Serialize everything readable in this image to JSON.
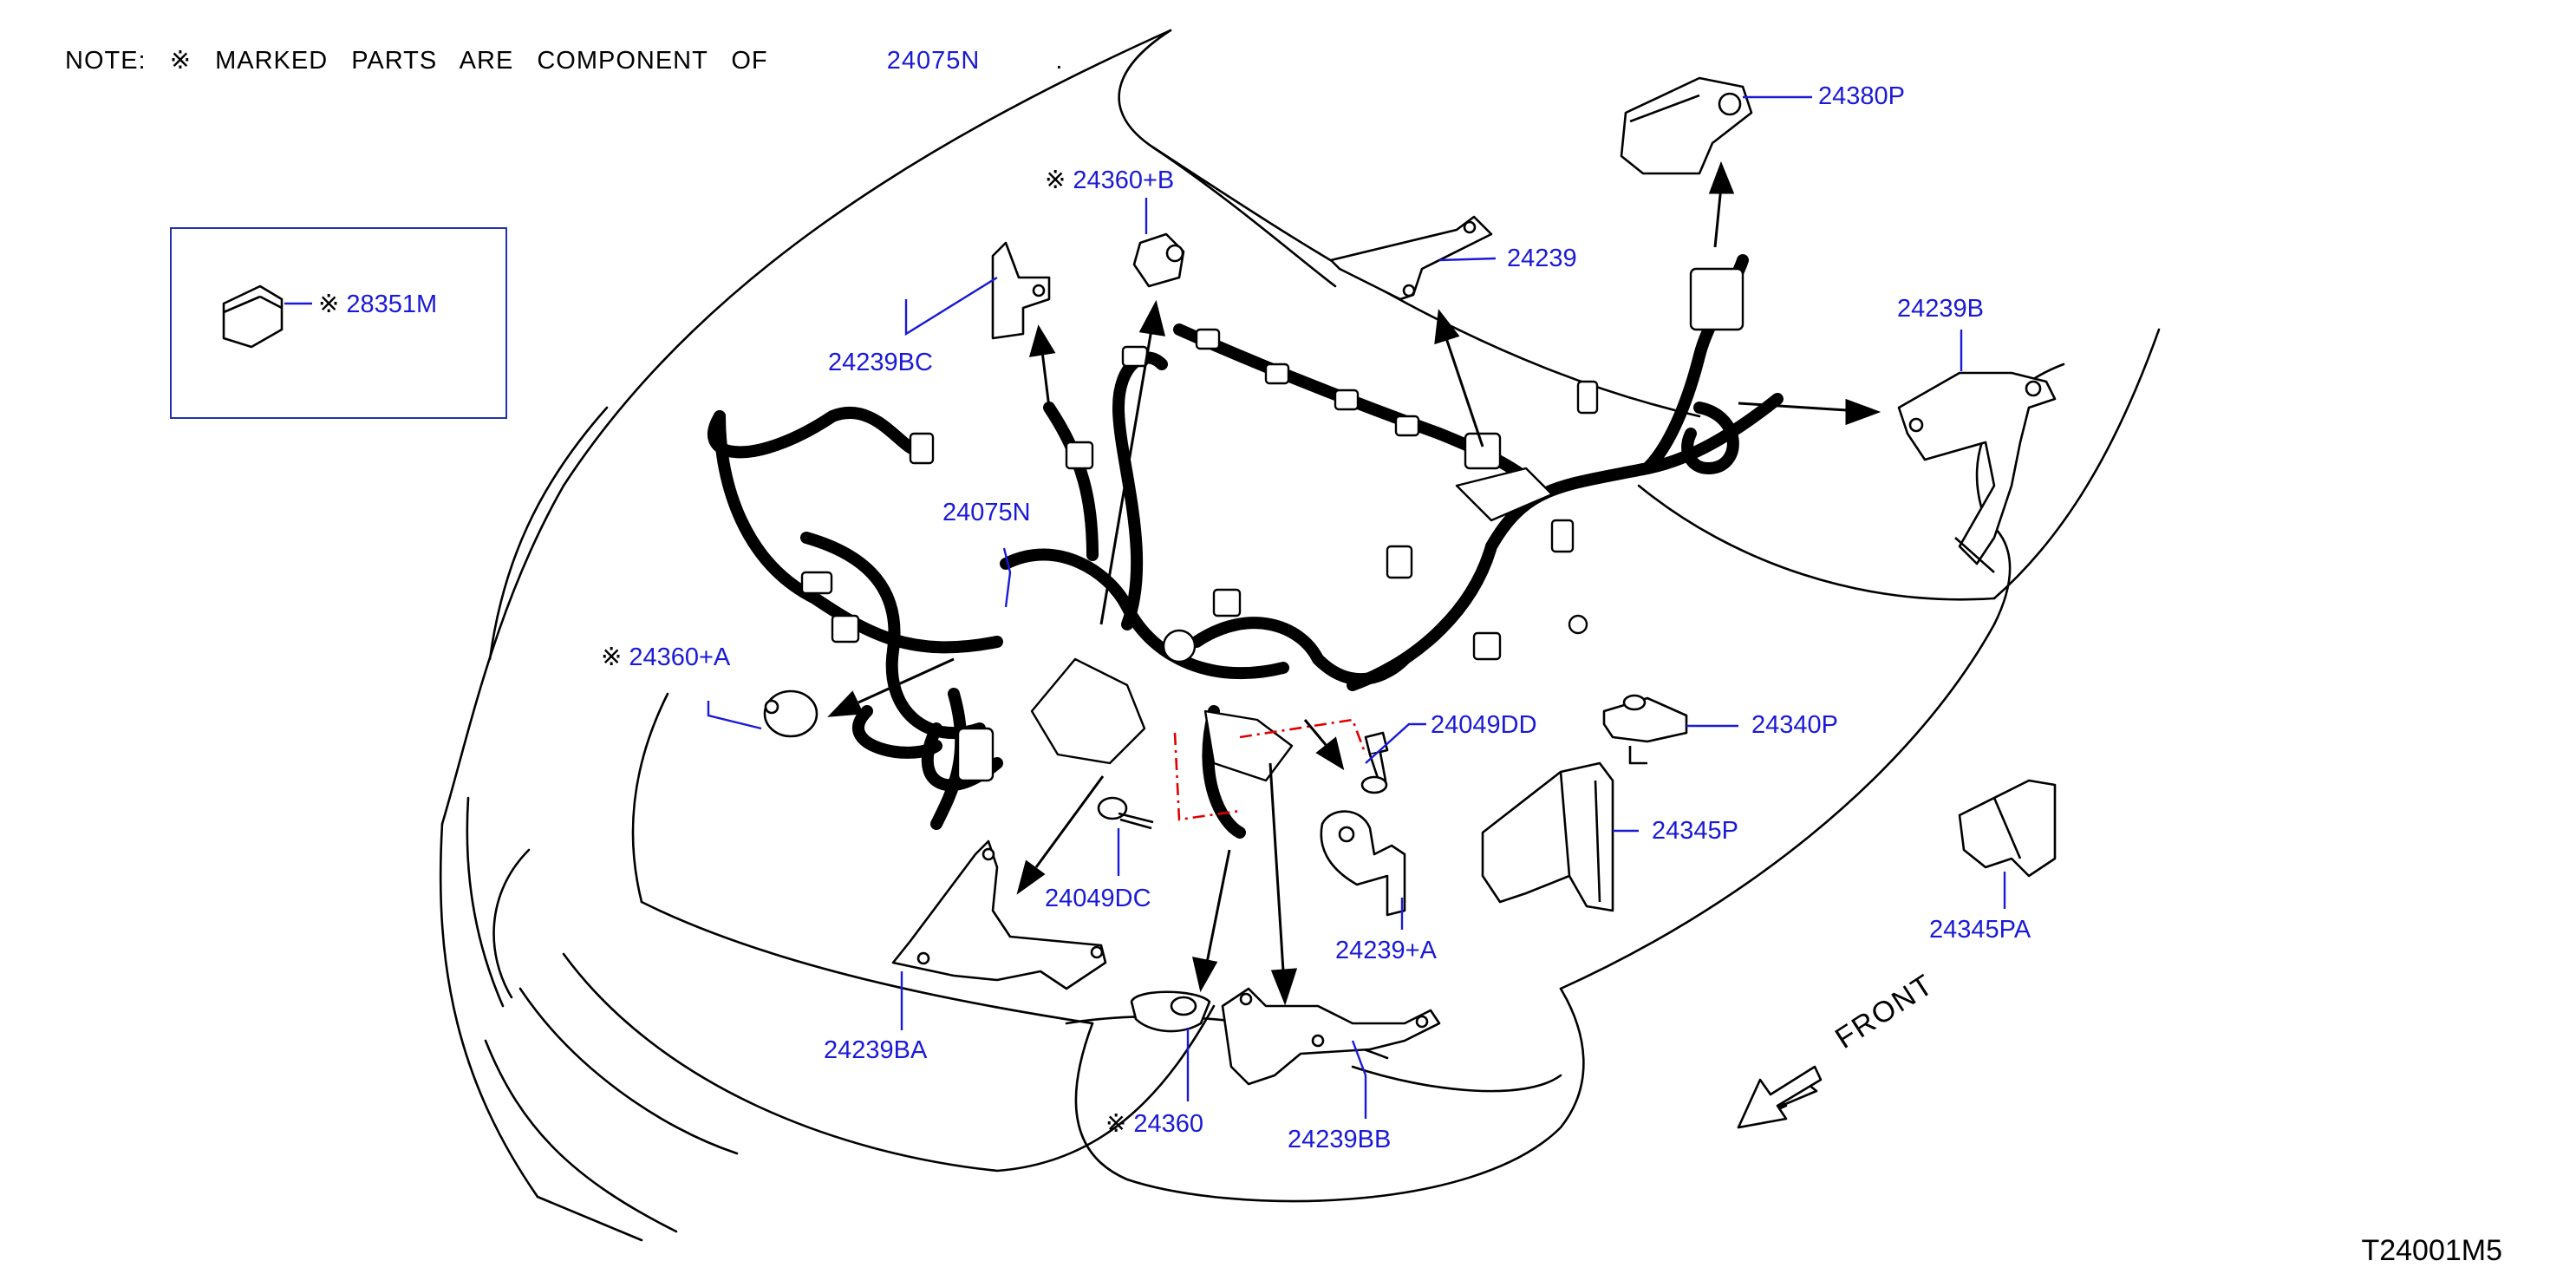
{
  "note": {
    "prefix": "NOTE:",
    "mark": "※",
    "text": "MARKED PARTS ARE COMPONENT OF",
    "component": "24075N",
    "suffix": "."
  },
  "diagram_id": "T24001M5",
  "front_label": "FRONT",
  "colors": {
    "label": "#1a1ad6",
    "leader": "#1a1ad6",
    "line": "#000000",
    "dashed": "#e00000",
    "inset_border": "#2233aa"
  },
  "parts": [
    {
      "id": "24380P",
      "marked": false
    },
    {
      "id": "24360+B",
      "marked": true
    },
    {
      "id": "24239",
      "marked": false
    },
    {
      "id": "24239B",
      "marked": false
    },
    {
      "id": "28351M",
      "marked": true
    },
    {
      "id": "24239BC",
      "marked": false
    },
    {
      "id": "24075N",
      "marked": false
    },
    {
      "id": "24360+A",
      "marked": true
    },
    {
      "id": "24049DD",
      "marked": false
    },
    {
      "id": "24340P",
      "marked": false
    },
    {
      "id": "24345P",
      "marked": false
    },
    {
      "id": "24345PA",
      "marked": false
    },
    {
      "id": "24049DC",
      "marked": false
    },
    {
      "id": "24239+A",
      "marked": false
    },
    {
      "id": "24239BA",
      "marked": false
    },
    {
      "id": "24360",
      "marked": true
    },
    {
      "id": "24239BB",
      "marked": false
    }
  ]
}
